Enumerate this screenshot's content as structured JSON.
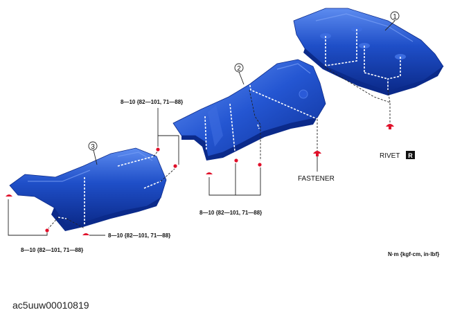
{
  "callouts": {
    "part1": "1",
    "part2": "2",
    "part3": "3"
  },
  "torque": {
    "top_left": "8—10 {82—101, 71—88}",
    "middle_right": "8—10 {82—101, 71—88}",
    "bottom_center": "8—10 {82—101, 71—88}",
    "bottom_left": "8—10 {82—101, 71—88}"
  },
  "labels": {
    "rivet": "RIVET",
    "rivet_badge": "R",
    "fastener": "FASTENER",
    "units": "N·m {kgf·cm, in·lbf}"
  },
  "image_code": "ac5uuw00010819",
  "colors": {
    "shield_blue": "#1f4fc8",
    "shield_highlight": "#5d8cf0",
    "shield_shadow": "#0b2a8a",
    "fastener_red": "#e0102a"
  }
}
